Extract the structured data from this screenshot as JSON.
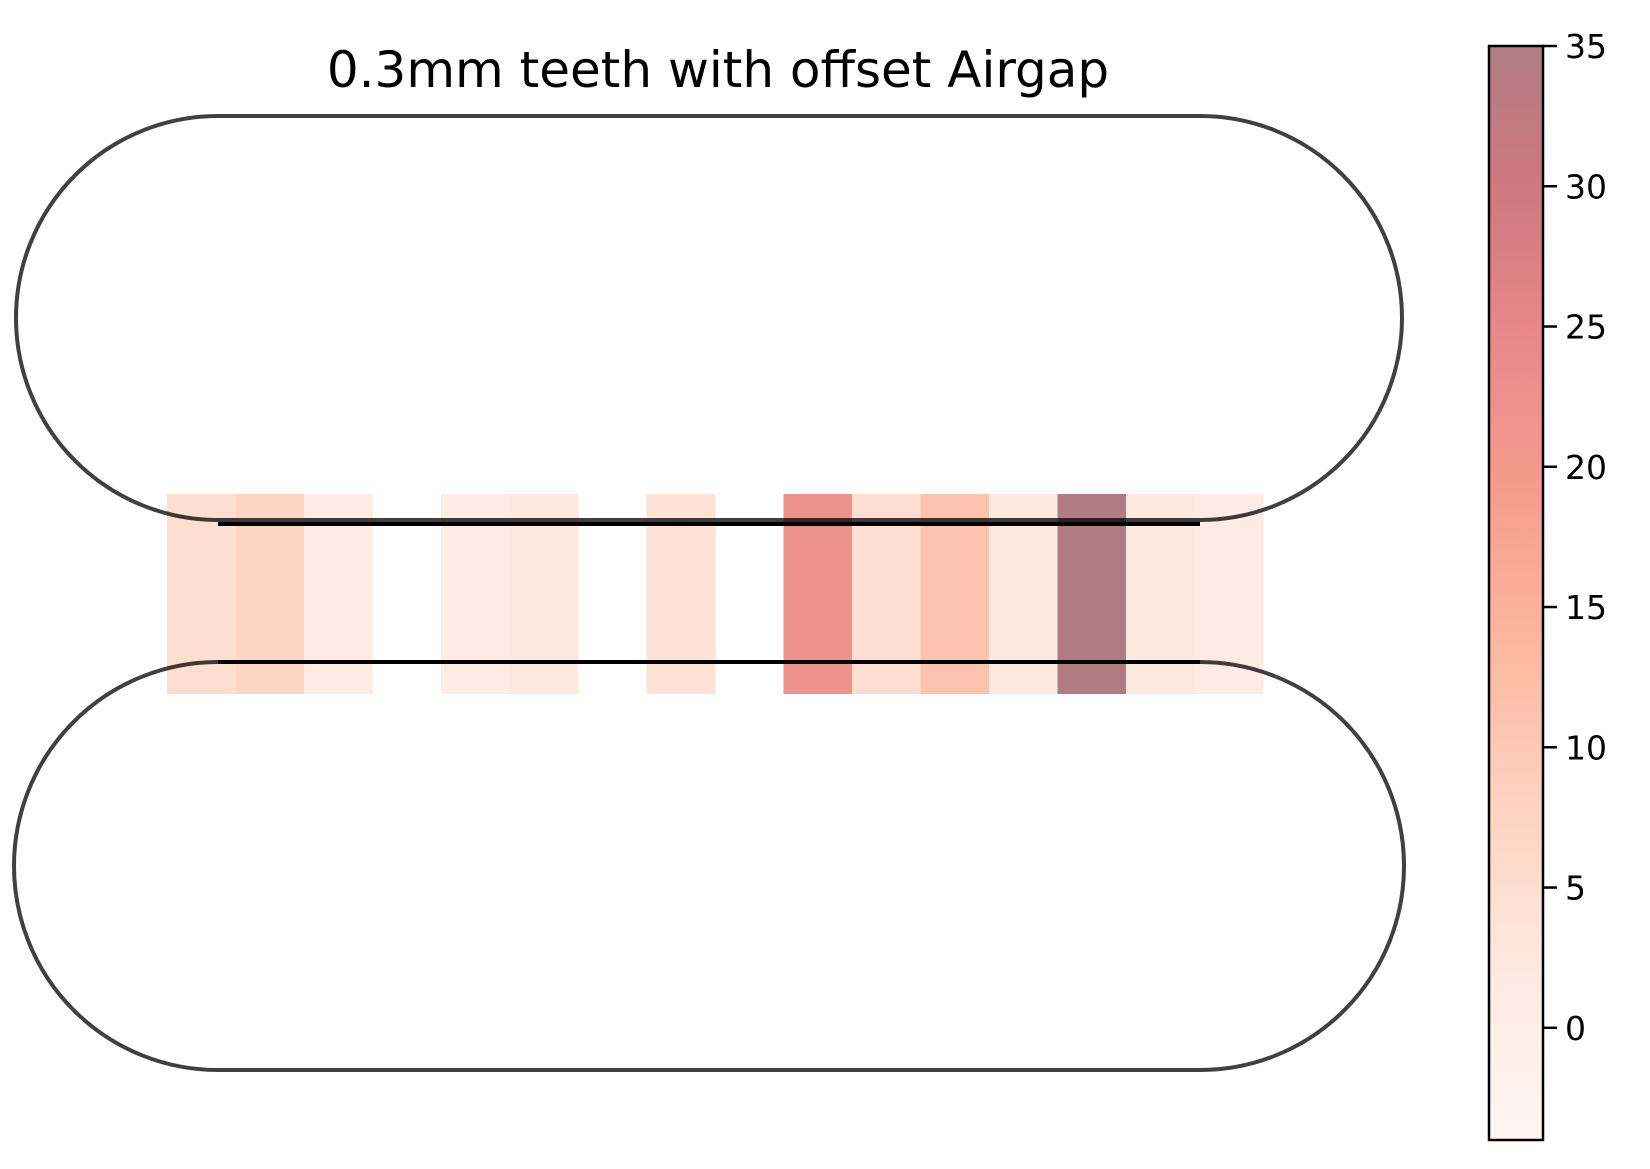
{
  "chart_data": {
    "type": "heatmap",
    "title": "0.3mm teeth with offset Airgap",
    "colormap": "Reds",
    "cells": [
      {
        "index": 0,
        "value": 5
      },
      {
        "index": 1,
        "value": 7
      },
      {
        "index": 2,
        "value": 1
      },
      {
        "index": 4,
        "value": 1
      },
      {
        "index": 5,
        "value": 2
      },
      {
        "index": 7,
        "value": 4
      },
      {
        "index": 9,
        "value": 22
      },
      {
        "index": 10,
        "value": 5
      },
      {
        "index": 11,
        "value": 11
      },
      {
        "index": 12,
        "value": 2
      },
      {
        "index": 13,
        "value": 35
      },
      {
        "index": 14,
        "value": 2
      },
      {
        "index": 15,
        "value": 1
      }
    ],
    "colorbar": {
      "range": [
        -4,
        35
      ],
      "ticks": [
        "35",
        "30",
        "25",
        "20",
        "15",
        "10",
        "5",
        "0"
      ],
      "tick_values": [
        35,
        30,
        25,
        20,
        15,
        10,
        5,
        0
      ]
    },
    "grid": false,
    "legend": "none"
  },
  "colors": {
    "outline": "#000000",
    "max_color": "#7a2f38"
  }
}
